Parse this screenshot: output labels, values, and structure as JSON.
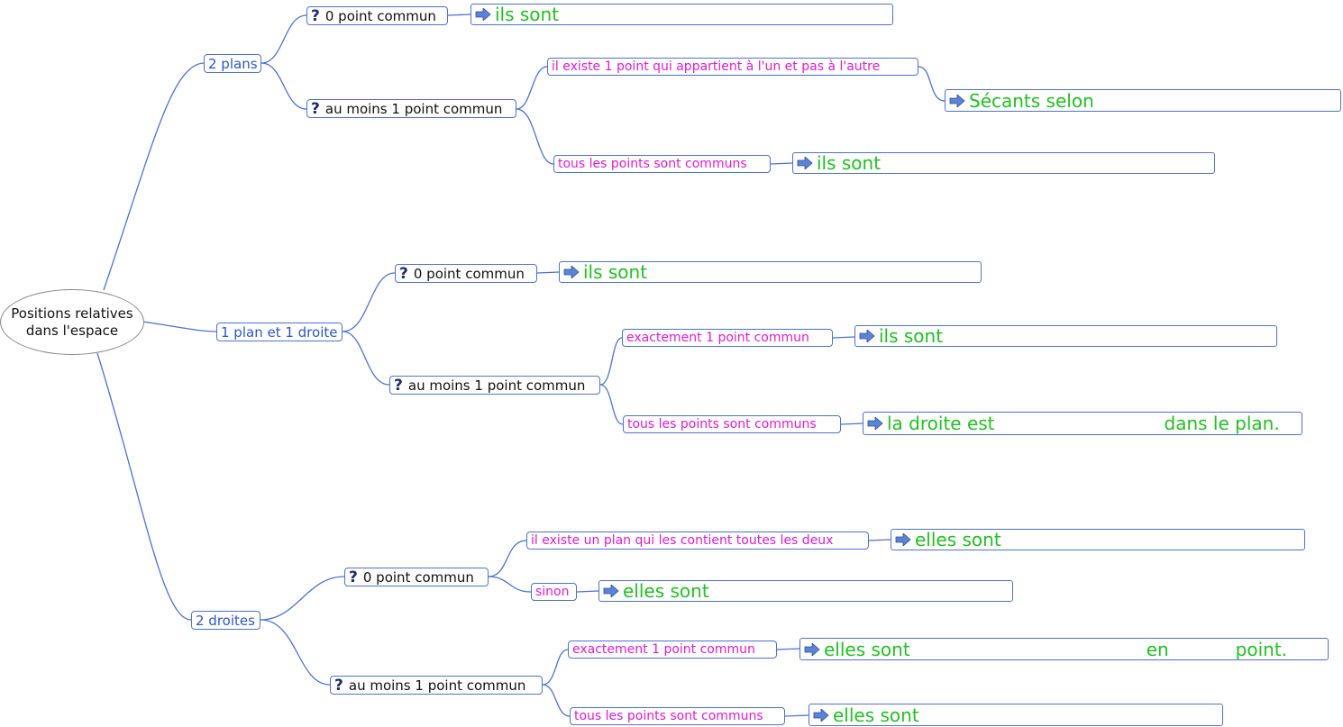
{
  "root": {
    "line1": "Positions relatives",
    "line2": "dans l'espace"
  },
  "branches": {
    "plans": {
      "label": "2 plans",
      "q0": "0 point commun",
      "a0": "ils sont",
      "q1": "au moins 1 point commun",
      "c1": "il existe 1 point qui appartient à l'un et pas à l'autre",
      "a1": "Sécants selon",
      "c2": "tous les points sont communs",
      "a2": "ils sont"
    },
    "plan_droite": {
      "label": "1 plan et 1 droite",
      "q0": "0 point commun",
      "a0": "ils sont",
      "q1": "au moins 1 point commun",
      "c1": "exactement 1 point commun",
      "a1": "ils sont",
      "c2": "tous les points sont communs",
      "a2_start": "la droite est",
      "a2_end": "dans le plan."
    },
    "droites": {
      "label": "2 droites",
      "q0": "0 point commun",
      "c1": "il existe un plan qui les contient toutes les deux",
      "a1": "elles sont",
      "c2": "sinon",
      "a2": "elles sont",
      "q1": "au moins 1 point commun",
      "c3": "exactement 1 point commun",
      "a3_start": "elles sont",
      "a3_mid": "en",
      "a3_end": "point.",
      "c4": "tous les points sont communs",
      "a4": "elles sont"
    }
  },
  "colors": {
    "link": "#4a72d8",
    "category": "#2d56c8",
    "condition": "#e21ad6",
    "answer": "#20c120",
    "question": "#111111"
  },
  "icons": {
    "question": "question-mark-icon",
    "answer": "arrow-right-icon"
  }
}
